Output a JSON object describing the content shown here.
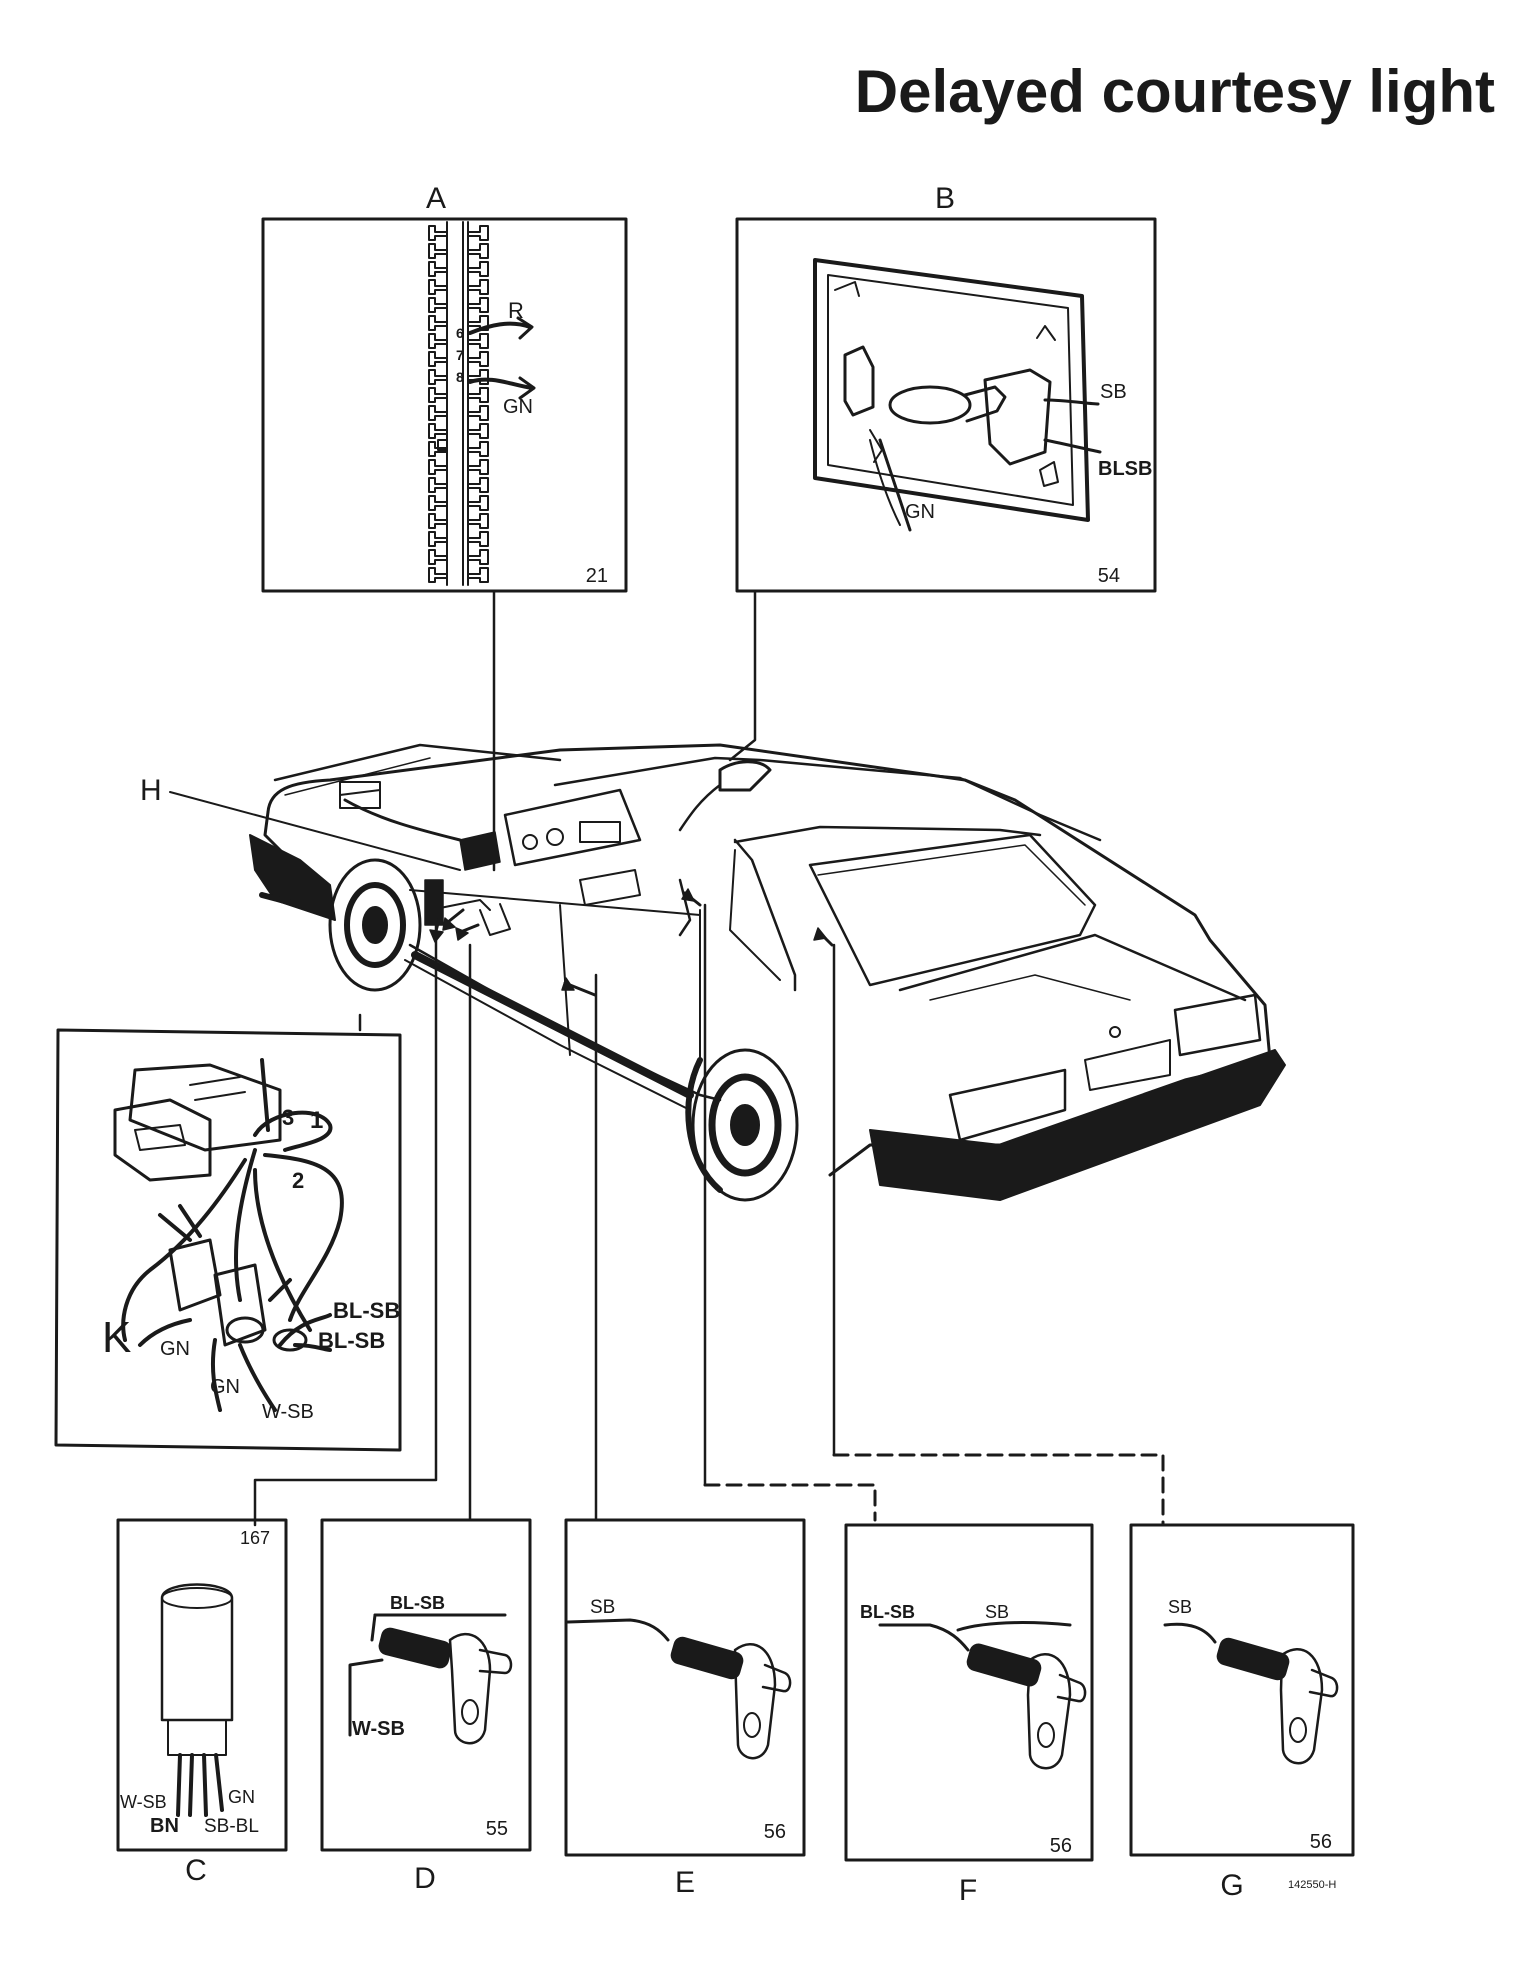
{
  "title": "Delayed courtesy light",
  "doc_code": "142550-H",
  "panels": {
    "A": {
      "letter": "A",
      "number": "21",
      "labels": {
        "r": "R",
        "gn": "GN",
        "pin6": "6",
        "pin7": "7",
        "pin8": "8"
      }
    },
    "B": {
      "letter": "B",
      "number": "54",
      "labels": {
        "sb": "SB",
        "blsb": "BLSB",
        "gn": "GN"
      }
    },
    "C": {
      "letter": "C",
      "number": "167",
      "labels": {
        "wsb": "W-SB",
        "bn": "BN",
        "sbbl": "SB-BL",
        "gn": "GN"
      }
    },
    "D": {
      "letter": "D",
      "number": "55",
      "labels": {
        "blsb": "BL-SB",
        "wsb": "W-SB"
      }
    },
    "E": {
      "letter": "E",
      "number": "56",
      "labels": {
        "sb": "SB"
      }
    },
    "F": {
      "letter": "F",
      "number": "56",
      "labels": {
        "blsb": "BL-SB",
        "sb": "SB"
      }
    },
    "G": {
      "letter": "G",
      "number": "56",
      "labels": {
        "sb": "SB"
      }
    }
  },
  "detail_relay": {
    "labels": {
      "one": "1",
      "two": "2",
      "three": "3",
      "blsb1": "BL-SB",
      "blsb2": "BL-SB",
      "gn1": "GN",
      "gn2": "GN",
      "wsb": "W-SB",
      "k": "K"
    }
  },
  "car": {
    "callout_h": "H"
  },
  "colors": {
    "ink": "#1a1a1a",
    "paper": "#ffffff"
  }
}
